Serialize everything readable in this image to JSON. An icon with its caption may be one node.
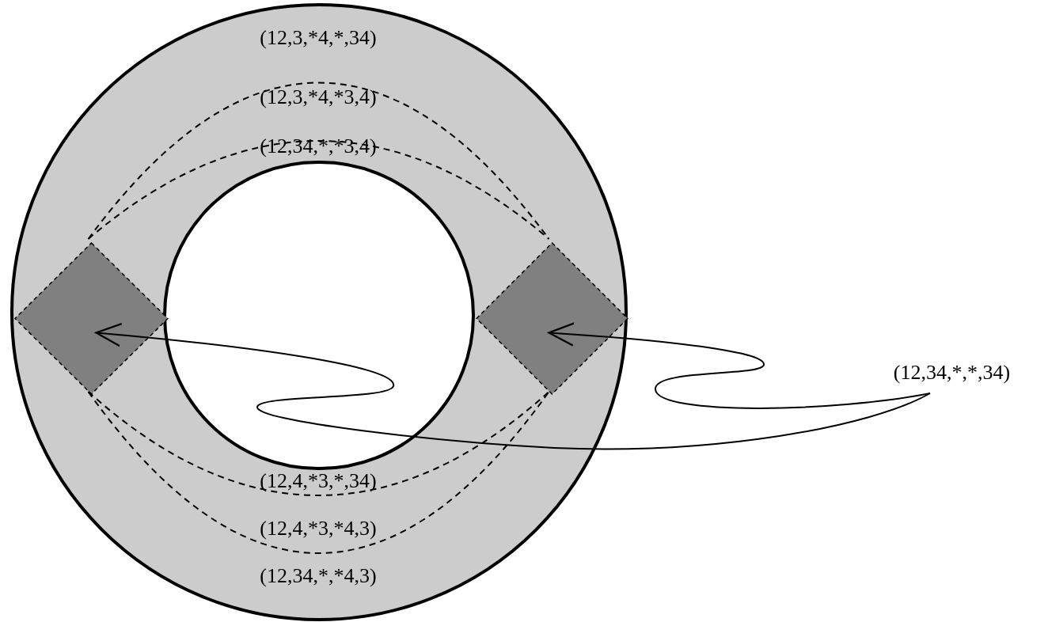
{
  "diagram": {
    "nodes": [
      {
        "text": [],
        "shape": "circle"
      },
      {
        "text": [],
        "shape": "diamond",
        "in": 0
      },
      {
        "text": [],
        "shape": "diamond",
        "in": 0
      },
      {
        "text": [
          "(12,34,*,*,34)"
        ]
      }
    ],
    "edges": [
      {
        "from": 3,
        "to": 1,
        "arrow": "to"
      },
      {
        "from": 3,
        "to": 2,
        "arrow": "to"
      },
      {
        "from": 1,
        "to": 2,
        "arrow": "none",
        "style": "dashed"
      },
      {
        "from": 1,
        "to": 2,
        "arrow": "none",
        "style": "dashed"
      },
      {
        "from": 1,
        "to": 2,
        "arrow": "none",
        "style": "dashed"
      },
      {
        "from": 1,
        "to": 2,
        "arrow": "none",
        "style": "dashed"
      }
    ],
    "labels": [
      "(12,3,*4,*,34)",
      "(12,3,*4,*3,4)",
      "(12,34,*,*3,4)",
      "(12,4,*3,*,34)",
      "(12,4,*3,*4,3)",
      "(12,34,*,*4,3)"
    ]
  }
}
